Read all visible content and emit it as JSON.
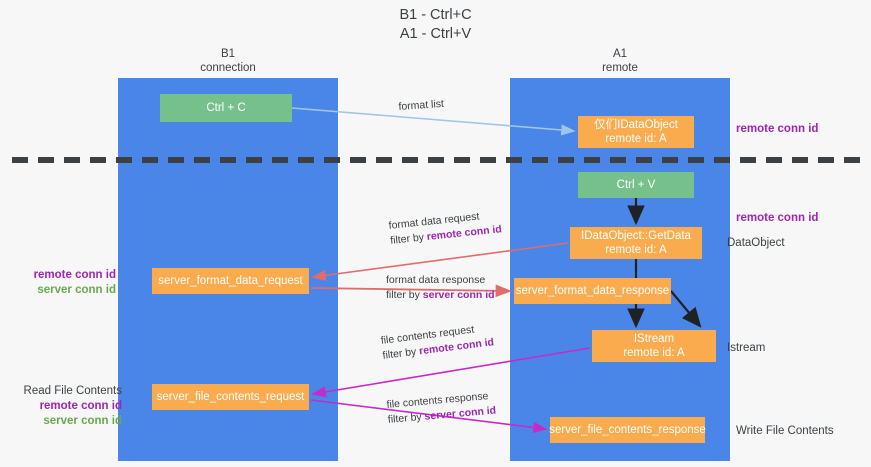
{
  "title": {
    "line1": "B1 - Ctrl+C",
    "line2": "A1 - Ctrl+V"
  },
  "lanes": [
    {
      "id": "b1",
      "name": "B1",
      "role": "connection",
      "color": "#4a86e8"
    },
    {
      "id": "a1",
      "name": "A1",
      "role": "remote",
      "color": "#4a86e8"
    }
  ],
  "nodes": {
    "ctrl_c": {
      "label": "Ctrl + C",
      "sub": "",
      "color": "#76c18b"
    },
    "idataobject": {
      "label": "仅们IDataObject",
      "sub": "remote id: A",
      "color": "#f9ab4e"
    },
    "ctrl_v": {
      "label": "Ctrl + V",
      "sub": "",
      "color": "#76c18b"
    },
    "getdata": {
      "label": "IDataObject::GetData",
      "sub": "remote id: A",
      "color": "#f9ab4e"
    },
    "sfd_request": {
      "label": "server_format_data_request",
      "sub": "",
      "color": "#f9ab4e"
    },
    "sfd_response": {
      "label": "server_format_data_response",
      "sub": "",
      "color": "#f9ab4e"
    },
    "istream": {
      "label": "IStream",
      "sub": "remote id: A",
      "color": "#f9ab4e"
    },
    "sfc_request": {
      "label": "server_file_contents_request",
      "sub": "",
      "color": "#f9ab4e"
    },
    "sfc_response": {
      "label": "server_file_contents_response",
      "sub": "",
      "color": "#f9ab4e"
    }
  },
  "arrow_labels": {
    "format_list": {
      "line1": "format list",
      "filter_prefix": "",
      "filter_key": ""
    },
    "format_data_req": {
      "line1": "format data request",
      "filter_prefix": "filter by",
      "filter_key": "remote conn id"
    },
    "format_data_resp": {
      "line1": "format data response",
      "filter_prefix": "filter by",
      "filter_key": "server conn id"
    },
    "file_contents_req": {
      "line1": "file contents request",
      "filter_prefix": "filter by",
      "filter_key": "remote conn id"
    },
    "file_contents_resp": {
      "line1": "file contents response",
      "filter_prefix": "filter by",
      "filter_key": "server conn id"
    }
  },
  "side_notes": {
    "right_top_remote": "remote conn id",
    "right_mid_remote": "remote conn id",
    "right_dataobject": "DataObject",
    "right_istream": "Istream",
    "right_write_file": "Write File Contents",
    "left_mid_remote": "remote conn id",
    "left_mid_server": "server conn id",
    "left_read_file": "Read File Contents",
    "left_low_remote": "remote conn id",
    "left_low_server": "server conn id"
  },
  "colors": {
    "lane": "#4a86e8",
    "green_node": "#76c18b",
    "orange_node": "#f9ab4e",
    "purple_text": "#9c27b0",
    "green_text": "#6aa84f",
    "arrow_blue": "#9fc5e8",
    "arrow_red": "#e06c6c",
    "arrow_magenta": "#c72bc7",
    "arrow_black": "#202124",
    "divider": "#3c4043",
    "background": "#f7f7f7"
  }
}
